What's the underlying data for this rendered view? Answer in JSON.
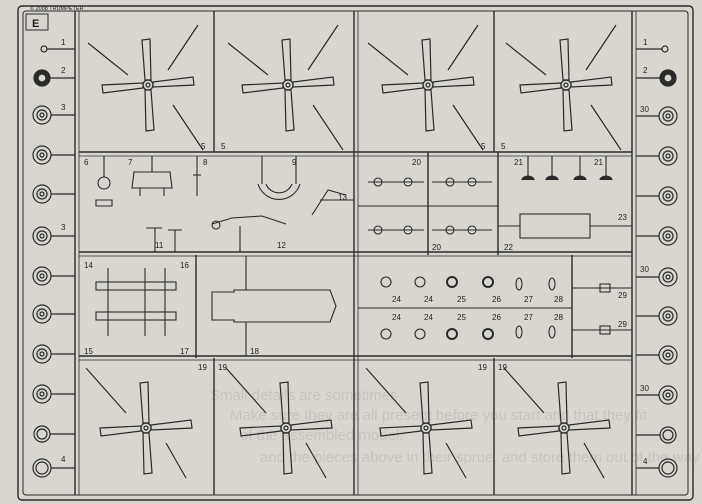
{
  "sprue": {
    "letter": "E",
    "copyright": "© 2008 TRUMPETER",
    "left_column_labels": [
      "1",
      "2",
      "3",
      "3",
      "4"
    ],
    "right_column_labels": [
      "1",
      "2",
      "30",
      "30",
      "30",
      "4"
    ],
    "propeller_labels": [
      "5",
      "5",
      "5",
      "5",
      "19",
      "19",
      "19",
      "19"
    ],
    "part_labels": [
      "6",
      "7",
      "8",
      "9",
      "11",
      "12",
      "13",
      "14",
      "15",
      "16",
      "17",
      "18",
      "20",
      "20",
      "21",
      "21",
      "22",
      "23",
      "24",
      "24",
      "24",
      "24",
      "25",
      "25",
      "26",
      "26",
      "27",
      "27",
      "28",
      "28",
      "29",
      "29"
    ]
  },
  "background_text": [
    "Small details are sometimes",
    "Make sure they are all present before you start and that they fit",
    "of the assembled model.",
    "and the pieces above in their sprue, and store them out of the way"
  ],
  "colors": {
    "paper": "#d9d6d0",
    "line": "#2a2a2a",
    "ghost_text": "#c6c3bd"
  }
}
